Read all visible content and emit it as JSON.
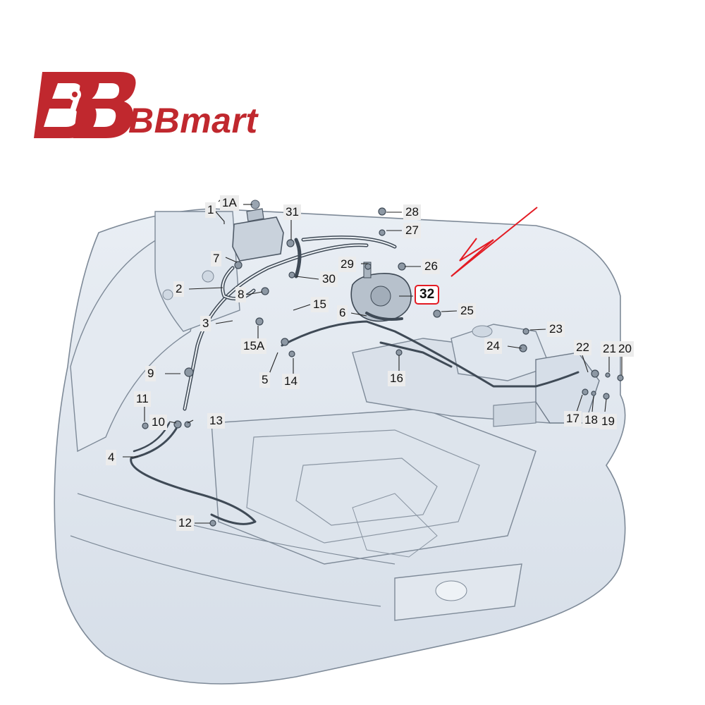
{
  "brand": {
    "name": "BBmart",
    "color": "#c0282e"
  },
  "highlight_color": "#e31b23",
  "callouts": [
    {
      "key": "c1",
      "text": "1"
    },
    {
      "key": "c1a",
      "text": "1A"
    },
    {
      "key": "c31",
      "text": "31"
    },
    {
      "key": "c28",
      "text": "28"
    },
    {
      "key": "c27",
      "text": "27"
    },
    {
      "key": "c26",
      "text": "26"
    },
    {
      "key": "c29",
      "text": "29"
    },
    {
      "key": "c7",
      "text": "7"
    },
    {
      "key": "c30",
      "text": "30"
    },
    {
      "key": "c32",
      "text": "32"
    },
    {
      "key": "c2",
      "text": "2"
    },
    {
      "key": "c8",
      "text": "8"
    },
    {
      "key": "c15",
      "text": "15"
    },
    {
      "key": "c6",
      "text": "6"
    },
    {
      "key": "c25",
      "text": "25"
    },
    {
      "key": "c3",
      "text": "3"
    },
    {
      "key": "c23",
      "text": "23"
    },
    {
      "key": "c15a",
      "text": "15A"
    },
    {
      "key": "c24",
      "text": "24"
    },
    {
      "key": "c22",
      "text": "22"
    },
    {
      "key": "c21",
      "text": "21"
    },
    {
      "key": "c20",
      "text": "20"
    },
    {
      "key": "c9",
      "text": "9"
    },
    {
      "key": "c5",
      "text": "5"
    },
    {
      "key": "c14",
      "text": "14"
    },
    {
      "key": "c16",
      "text": "16"
    },
    {
      "key": "c11",
      "text": "11"
    },
    {
      "key": "c17",
      "text": "17"
    },
    {
      "key": "c18",
      "text": "18"
    },
    {
      "key": "c19",
      "text": "19"
    },
    {
      "key": "c10",
      "text": "10"
    },
    {
      "key": "c13",
      "text": "13"
    },
    {
      "key": "c4",
      "text": "4"
    },
    {
      "key": "c12",
      "text": "12"
    }
  ]
}
